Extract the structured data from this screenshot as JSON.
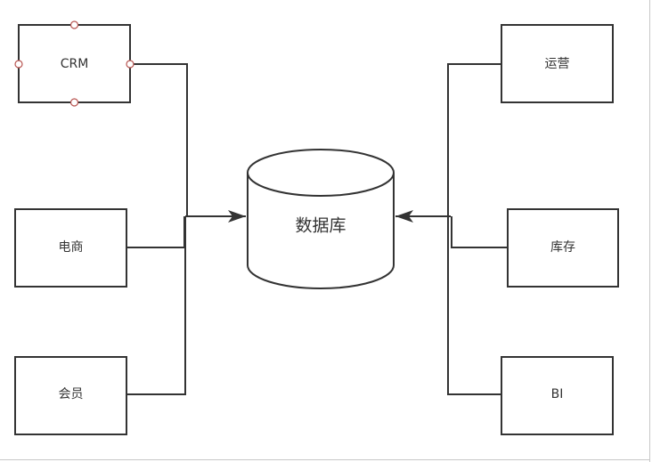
{
  "diagram": {
    "colors": {
      "background": "#ffffff",
      "stroke": "#333333",
      "text": "#333333",
      "selection_handle": "#b85450",
      "frame": "#c8c8c8"
    },
    "nodes": {
      "crm": "CRM",
      "ecommerce": "电商",
      "member": "会员",
      "database": "数据库",
      "operations": "运营",
      "inventory": "库存",
      "bi": "BI"
    },
    "selected_node": "crm",
    "edges": [
      {
        "from": "crm",
        "to": "database"
      },
      {
        "from": "ecommerce",
        "to": "database"
      },
      {
        "from": "member",
        "to": "database"
      },
      {
        "from": "operations",
        "to": "database"
      },
      {
        "from": "inventory",
        "to": "database"
      },
      {
        "from": "bi",
        "to": "database"
      }
    ]
  }
}
